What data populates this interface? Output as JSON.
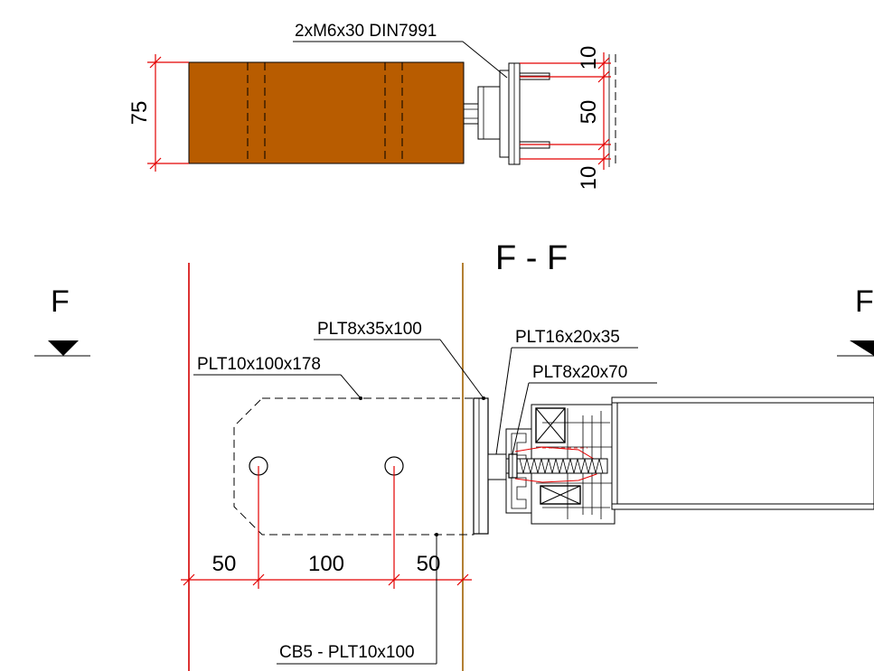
{
  "top_view": {
    "callout_bolts": "2xM6x30 DIN7991",
    "dim_height": "75",
    "dim_top": "10",
    "dim_middle": "50",
    "dim_bottom": "10"
  },
  "section": {
    "title": "F - F",
    "marker_left": "F",
    "marker_right": "F",
    "callout_plt8x35": "PLT8x35x100",
    "callout_plt10x100x178": "PLT10x100x178",
    "callout_plt16": "PLT16x20x35",
    "callout_plt8x20": "PLT8x20x70",
    "callout_cb5": "CB5 - PLT10x100",
    "dim_50_left": "50",
    "dim_100": "100",
    "dim_50_right": "50"
  },
  "colors": {
    "timber": "#b85c00",
    "dimension": "#e30000",
    "beam_edge_left": "#d40000",
    "beam_edge_right": "#a06000"
  }
}
